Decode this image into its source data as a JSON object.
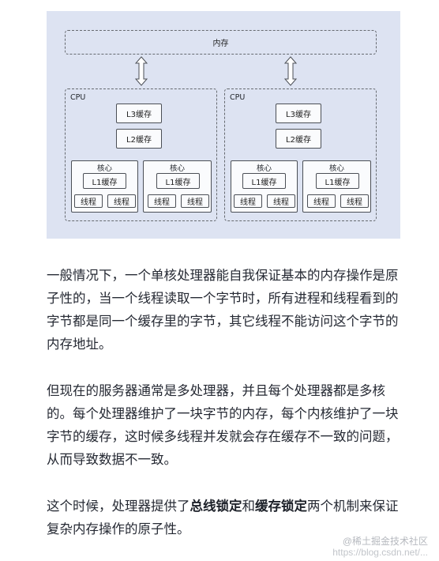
{
  "diagram": {
    "memory_label": "内存",
    "cpus": [
      {
        "label": "CPU",
        "l3": "L3缓存",
        "l2": "L2缓存",
        "cores": [
          {
            "label": "核心",
            "l1": "L1缓存",
            "threads": [
              "线程",
              "线程"
            ]
          },
          {
            "label": "核心",
            "l1": "L1缓存",
            "threads": [
              "线程",
              "线程"
            ]
          }
        ]
      },
      {
        "label": "CPU",
        "l3": "L3缓存",
        "l2": "L2缓存",
        "cores": [
          {
            "label": "核心",
            "l1": "L1缓存",
            "threads": [
              "线程",
              "线程"
            ]
          },
          {
            "label": "核心",
            "l1": "L1缓存",
            "threads": [
              "线程",
              "线程"
            ]
          }
        ]
      }
    ]
  },
  "article": {
    "p1": "一般情况下，一个单核处理器能自我保证基本的内存操作是原子性的，当一个线程读取一个字节时，所有进程和线程看到的字节都是同一个缓存里的字节，其它线程不能访问这个字节的内存地址。",
    "p2": "但现在的服务器通常是多处理器，并且每个处理器都是多核的。每个处理器维护了一块字节的内存，每个内核维护了一块字节的缓存，这时候多线程并发就会存在缓存不一致的问题，从而导致数据不一致。",
    "p3_pre": "这个时候，处理器提供了",
    "p3_bold1": "总线锁定",
    "p3_mid": "和",
    "p3_bold2": "缓存锁定",
    "p3_post": "两个机制来保证复杂内存操作的原子性。"
  },
  "watermark": {
    "line1": "@稀土掘金技术社区",
    "line2": "https://blog.csdn.net/..."
  }
}
